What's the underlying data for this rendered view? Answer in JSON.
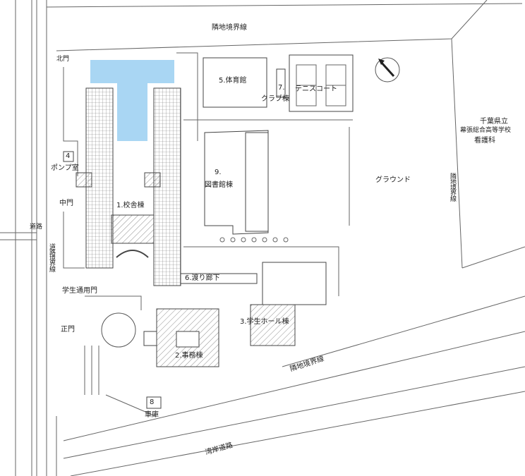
{
  "map": {
    "labels": {
      "north_border": "隣地境界線",
      "gym": "5.体育館",
      "club_num": "7.",
      "club": "クラブ棟",
      "tennis": "テニスコート",
      "neighbor_school_1": "千葉県立",
      "neighbor_school_2": "幕張総合高等学校",
      "neighbor_school_3": "看護科",
      "pump": "ポンプ室",
      "pump_num": "4",
      "library_num": "9.",
      "library": "図書館棟",
      "ground": "グラウンド",
      "east_border": "隣地境界線",
      "middle_gate": "中門",
      "main_building": "1.校舎棟",
      "road": "道路",
      "west_border": "道路境界線",
      "corridor": "6.渡り廊下",
      "student_gate": "学生通用門",
      "student_hall": "3.学生ホール棟",
      "main_gate": "正門",
      "office": "2.事務棟",
      "south_border": "隣地境界線",
      "garage_num": "8",
      "garage": "車庫",
      "coastal_road": "湾岸道路",
      "north_gate": "北門"
    },
    "colors": {
      "line": "#555555",
      "hatch": "#666666",
      "highlight": "#a9d6f3"
    },
    "icons": [
      "north-arrow-icon"
    ]
  }
}
